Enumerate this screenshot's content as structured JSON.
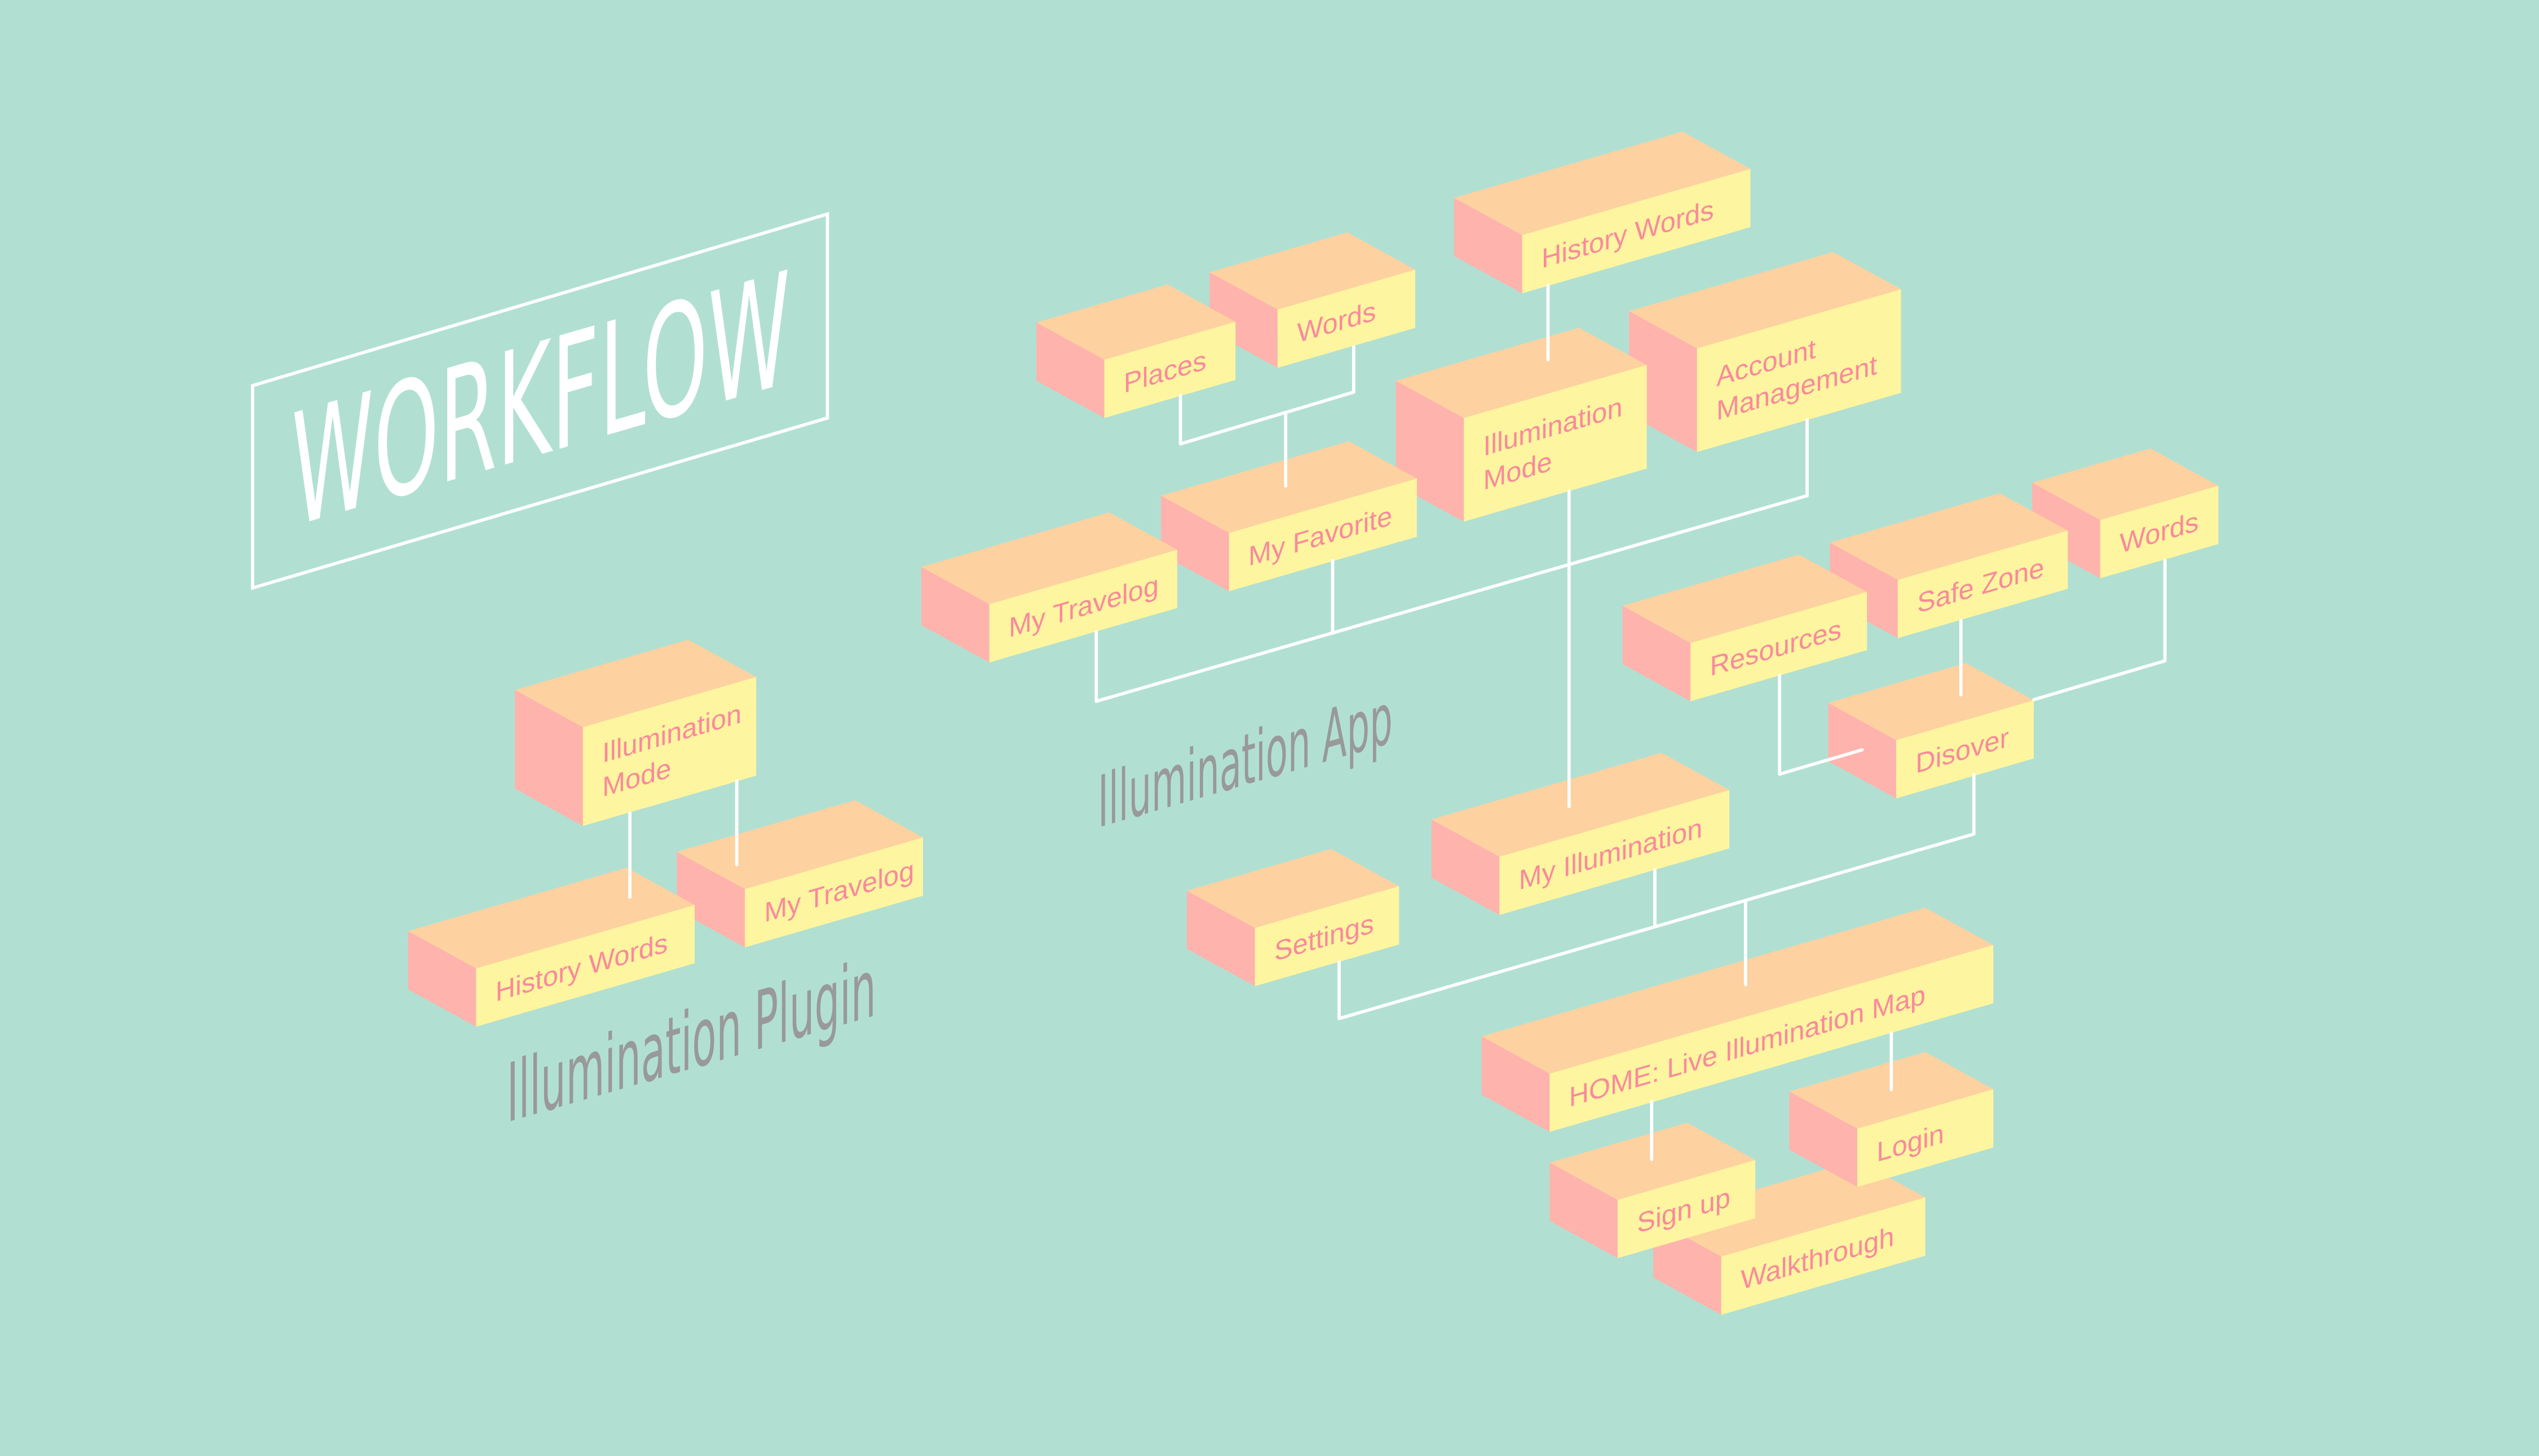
{
  "colors": {
    "background": "#b1e0d2",
    "box_top": "#fed1a0",
    "box_side": "#ffb3ad",
    "box_front": "#fdf59f",
    "label": "#f98a9c",
    "connector": "#ffffff",
    "group_title": "#999999"
  },
  "title": "WORKFLOW",
  "groups": {
    "app": "Illumination App",
    "plugin": "Illumination Plugin"
  },
  "boxes": {
    "app_history_words": {
      "lines": [
        "History Words"
      ]
    },
    "app_account_management": {
      "lines": [
        "Account",
        "Management"
      ]
    },
    "app_illumination_mode": {
      "lines": [
        "Illumination",
        "Mode"
      ]
    },
    "app_words_top": {
      "lines": [
        "Words"
      ]
    },
    "app_places": {
      "lines": [
        "Places"
      ]
    },
    "app_my_favorite": {
      "lines": [
        "My Favorite"
      ]
    },
    "app_my_travelog": {
      "lines": [
        "My Travelog"
      ]
    },
    "app_words_right": {
      "lines": [
        "Words"
      ]
    },
    "app_safe_zone": {
      "lines": [
        "Safe Zone"
      ]
    },
    "app_resources": {
      "lines": [
        "Resources"
      ]
    },
    "app_disover": {
      "lines": [
        "Disover"
      ]
    },
    "app_my_illumination": {
      "lines": [
        "My Illumination"
      ]
    },
    "app_settings": {
      "lines": [
        "Settings"
      ]
    },
    "app_home": {
      "lines": [
        "HOME: Live Illumination Map"
      ]
    },
    "app_walkthrough": {
      "lines": [
        "Walkthrough"
      ]
    },
    "app_login": {
      "lines": [
        "Login"
      ]
    },
    "app_sign_up": {
      "lines": [
        "Sign up"
      ]
    },
    "plugin_my_travelog": {
      "lines": [
        "My Travelog"
      ]
    },
    "plugin_illumination_mode": {
      "lines": [
        "Illumination",
        "Mode"
      ]
    },
    "plugin_history_words": {
      "lines": [
        "History Words"
      ]
    }
  }
}
